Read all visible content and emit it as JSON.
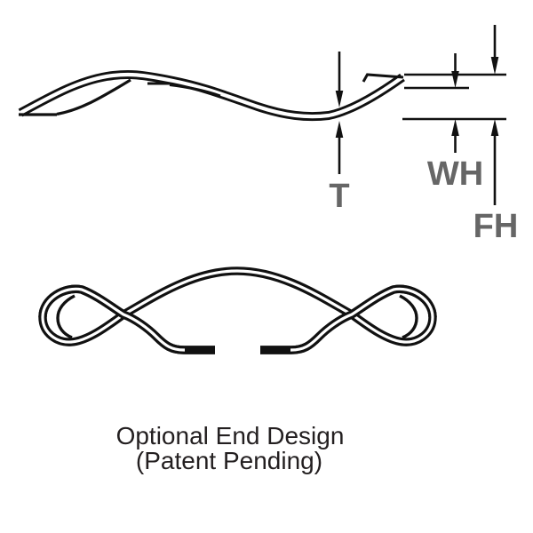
{
  "side_view": {
    "labels": {
      "thickness": "T",
      "work_height": "WH",
      "free_height": "FH"
    }
  },
  "end_view": {
    "caption_line1": "Optional End Design",
    "caption_line2": "(Patent Pending)"
  },
  "colors": {
    "line": "#111111",
    "dim-label": "#666666",
    "caption": "#231f20",
    "background": "#ffffff"
  }
}
